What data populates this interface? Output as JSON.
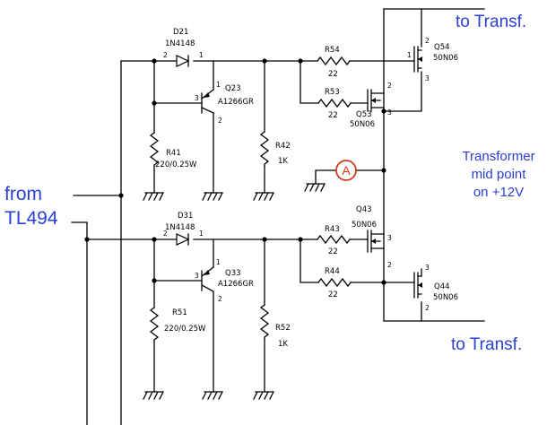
{
  "colors": {
    "annotation": "#2a3fd6",
    "marker": "#d03b1e",
    "wire": "#000000"
  },
  "labels": {
    "to_transf_top": "to Transf.",
    "to_transf_bottom": "to Transf.",
    "from": "from",
    "tl494": "TL494",
    "transformer_line1": "Transformer",
    "transformer_line2": "mid point",
    "transformer_line3": "on +12V",
    "node_a": "A"
  },
  "components": {
    "d21": {
      "ref": "D21",
      "part": "1N4148"
    },
    "d31": {
      "ref": "D31",
      "part": "1N4148"
    },
    "q23": {
      "ref": "Q23",
      "part": "A1266GR"
    },
    "q33": {
      "ref": "Q33",
      "part": "A1266GR"
    },
    "r41": {
      "ref": "R41",
      "value": "220/0.25W"
    },
    "r51": {
      "ref": "R51",
      "value": "220/0.25W"
    },
    "r42": {
      "ref": "R42",
      "value": "1K"
    },
    "r52": {
      "ref": "R52",
      "value": "1K"
    },
    "r54": {
      "ref": "R54",
      "value": "22"
    },
    "r53": {
      "ref": "R53",
      "value": "22"
    },
    "r43": {
      "ref": "R43",
      "value": "22"
    },
    "r44": {
      "ref": "R44",
      "value": "22"
    },
    "q54": {
      "ref": "Q54",
      "part": "50N06"
    },
    "q53": {
      "ref": "Q53",
      "part": "50N06"
    },
    "q43": {
      "ref": "Q43",
      "part": "50N06"
    },
    "q44": {
      "ref": "Q44",
      "part": "50N06"
    }
  },
  "pins": {
    "p1": "1",
    "p2": "2",
    "p3": "3"
  }
}
